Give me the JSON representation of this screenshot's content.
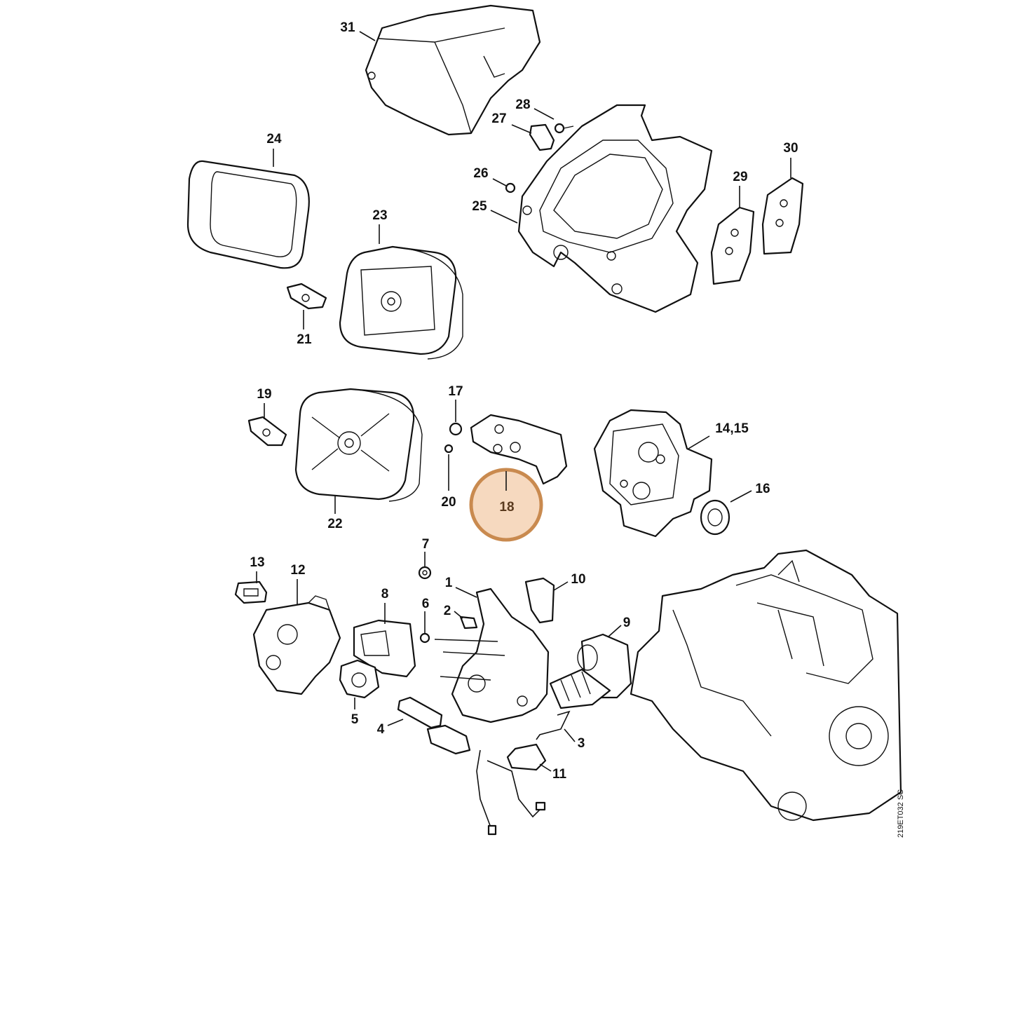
{
  "diagram": {
    "drawing_code": "219ET032 SC",
    "highlight": {
      "part": "18",
      "color": "#c98a4f",
      "fill": "#f6d9bf"
    },
    "labels": [
      "31",
      "28",
      "27",
      "26",
      "25",
      "24",
      "23",
      "21",
      "29",
      "30",
      "19",
      "17",
      "20",
      "22",
      "18",
      "14,15",
      "16",
      "7",
      "13",
      "12",
      "8",
      "6",
      "1",
      "2",
      "10",
      "9",
      "5",
      "4",
      "3",
      "11"
    ]
  }
}
